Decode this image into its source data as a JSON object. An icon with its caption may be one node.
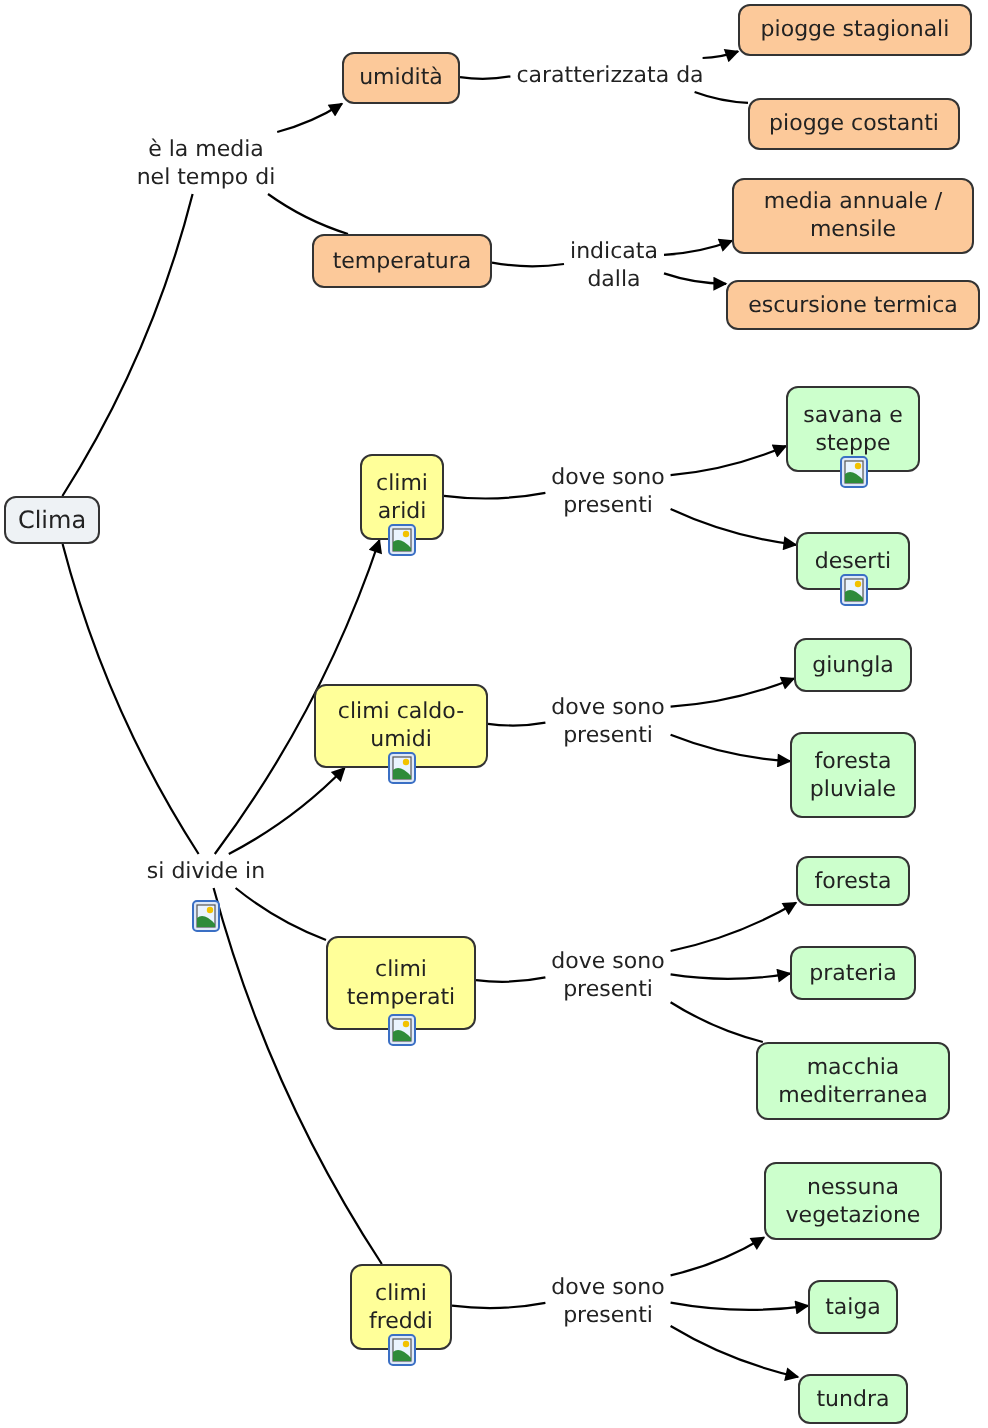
{
  "diagram": {
    "nodes": [
      {
        "text": [
          "Clima"
        ]
      },
      {
        "text": [
          "è la media nel tempo di"
        ]
      },
      {
        "text": [
          "umidità"
        ]
      },
      {
        "text": [
          "temperatura"
        ]
      },
      {
        "text": [
          "caratterizzata da"
        ]
      },
      {
        "text": [
          "piogge stagionali"
        ]
      },
      {
        "text": [
          "piogge costanti"
        ]
      },
      {
        "text": [
          "indicata dalla"
        ]
      },
      {
        "text": [
          "media annuale / mensile"
        ]
      },
      {
        "text": [
          "escursione termica"
        ]
      },
      {
        "text": [
          "si divide in"
        ]
      },
      {
        "text": [
          "climi aridi"
        ]
      },
      {
        "text": [
          "climi caldo-umidi"
        ]
      },
      {
        "text": [
          "climi temperati"
        ]
      },
      {
        "text": [
          "climi freddi"
        ]
      },
      {
        "text": [
          "dove sono presenti"
        ]
      },
      {
        "text": [
          "savana e steppe"
        ]
      },
      {
        "text": [
          "deserti"
        ]
      },
      {
        "text": [
          "dove sono presenti"
        ]
      },
      {
        "text": [
          "giungla"
        ]
      },
      {
        "text": [
          "foresta pluviale"
        ]
      },
      {
        "text": [
          "dove sono presenti"
        ]
      },
      {
        "text": [
          "foresta"
        ]
      },
      {
        "text": [
          "prateria"
        ]
      },
      {
        "text": [
          "macchia mediterranea"
        ]
      },
      {
        "text": [
          "dove sono presenti"
        ]
      },
      {
        "text": [
          "nessuna vegetazione"
        ]
      },
      {
        "text": [
          "taiga"
        ]
      },
      {
        "text": [
          "tundra"
        ]
      }
    ],
    "edges": [
      {
        "from": 0,
        "to": 1,
        "arrow": "none"
      },
      {
        "from": 1,
        "to": 2,
        "arrow": "to"
      },
      {
        "from": 1,
        "to": 3,
        "arrow": "none"
      },
      {
        "from": 2,
        "to": 4,
        "arrow": "none"
      },
      {
        "from": 4,
        "to": 5,
        "arrow": "to"
      },
      {
        "from": 4,
        "to": 6,
        "arrow": "none"
      },
      {
        "from": 3,
        "to": 7,
        "arrow": "none"
      },
      {
        "from": 7,
        "to": 8,
        "arrow": "to"
      },
      {
        "from": 7,
        "to": 9,
        "arrow": "to"
      },
      {
        "from": 0,
        "to": 10,
        "arrow": "none"
      },
      {
        "from": 10,
        "to": 11,
        "arrow": "to"
      },
      {
        "from": 10,
        "to": 12,
        "arrow": "to"
      },
      {
        "from": 10,
        "to": 13,
        "arrow": "none"
      },
      {
        "from": 10,
        "to": 14,
        "arrow": "none"
      },
      {
        "from": 11,
        "to": 15,
        "arrow": "none"
      },
      {
        "from": 15,
        "to": 16,
        "arrow": "to"
      },
      {
        "from": 15,
        "to": 17,
        "arrow": "to"
      },
      {
        "from": 12,
        "to": 18,
        "arrow": "none"
      },
      {
        "from": 18,
        "to": 19,
        "arrow": "to"
      },
      {
        "from": 18,
        "to": 20,
        "arrow": "to"
      },
      {
        "from": 13,
        "to": 21,
        "arrow": "none"
      },
      {
        "from": 21,
        "to": 22,
        "arrow": "to"
      },
      {
        "from": 21,
        "to": 23,
        "arrow": "to"
      },
      {
        "from": 21,
        "to": 24,
        "arrow": "none"
      },
      {
        "from": 14,
        "to": 25,
        "arrow": "none"
      },
      {
        "from": 25,
        "to": 26,
        "arrow": "to"
      },
      {
        "from": 25,
        "to": 27,
        "arrow": "to"
      },
      {
        "from": 25,
        "to": 28,
        "arrow": "to"
      }
    ]
  }
}
